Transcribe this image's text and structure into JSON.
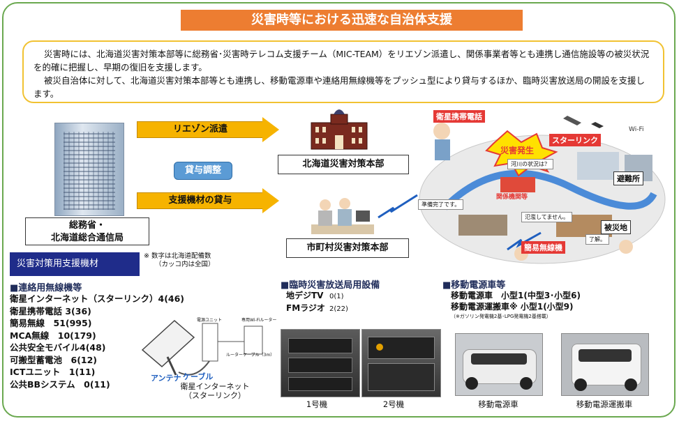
{
  "title": "災害時等における迅速な自治体支援",
  "summary": {
    "p1": "災害時には、北海道災害対策本部等に総務省･災害時テレコム支援チーム（MIC-TEAM）をリエゾン派遣し、関係事業者等とも連携し通信施設等の被災状況を的確に把握し、早期の復旧を支援します。",
    "p2": "被災自治体に対して、北海道災害対策本部等とも連携し、移動電源車や連絡用無線機等をプッシュ型により貸与するほか、臨時災害放送局の開設を支援します。"
  },
  "flow": {
    "source": {
      "line1": "総務省・",
      "line2": "北海道総合通信局"
    },
    "arrow_top": "リエゾン派遣",
    "arrow_bottom": "支援機材の貸与",
    "coordination": "貸与調整",
    "hq_pref": "北海道災害対策本部",
    "hq_muni": "市町村災害対策本部"
  },
  "disaster_scene": {
    "sat_phone": "衛星携帯電話",
    "starlink": "スターリンク",
    "wifi": "Wi-Fi",
    "disaster": "災害発生",
    "bubble1": "河川の状況は？",
    "org": "関係機関等",
    "bubble2": "準備完了です。",
    "bubble3": "氾濫してません。",
    "shelter": "避難所",
    "affected": "被災地",
    "simple_radio": "簡易無線機",
    "ok": "了解。"
  },
  "equipment": {
    "header": "災害対策用支援機材",
    "note_line1": "※ 数字は北海道配備数",
    "note_line2": "（カッコ内は全国）",
    "radio_head": "■連絡用無線機等",
    "radio_items": [
      "衛星インターネット（スターリンク）4(46)",
      "衛星携帯電話 3(36)",
      "簡易無線　51(995)",
      "MCA無線　10(179)",
      "公共安全モバイル4(48)",
      "可搬型蓄電池　6(12)",
      "ICTユニット　1(11)",
      "公共BBシステム　0(11)"
    ],
    "starlink_parts": {
      "unit": "電源ユニット",
      "router": "専用Wi-Fiルーター",
      "cable": "ルーターケーブル（3m）",
      "antenna": "アンテナ",
      "cable_label": "ケーブル"
    },
    "starlink_caption1": "衛星インターネット",
    "starlink_caption2": "（スターリンク）",
    "broadcast_head": "■臨時災害放送局用設備",
    "broadcast_items": [
      {
        "name": "地デジTV",
        "count": "0(1)"
      },
      {
        "name": "FMラジオ",
        "count": "2(22)"
      }
    ],
    "broadcast_cap1": "1号機",
    "broadcast_cap2": "2号機",
    "power_head": "■移動電源車等",
    "power_line1": "移動電源車　小型1(中型3･小型6)",
    "power_line2": "移動電源運搬車※ 小型1(小型9)",
    "power_note": "（※ガソリン発電機2基･LPG発電機2基搭載）",
    "vehicle_cap1": "移動電源車",
    "vehicle_cap2": "移動電源運搬車"
  },
  "colors": {
    "title_bg": "#ed7d31",
    "arrow": "#f6b300",
    "frame": "#6aa84f",
    "header_bg": "#1f2c8a"
  }
}
